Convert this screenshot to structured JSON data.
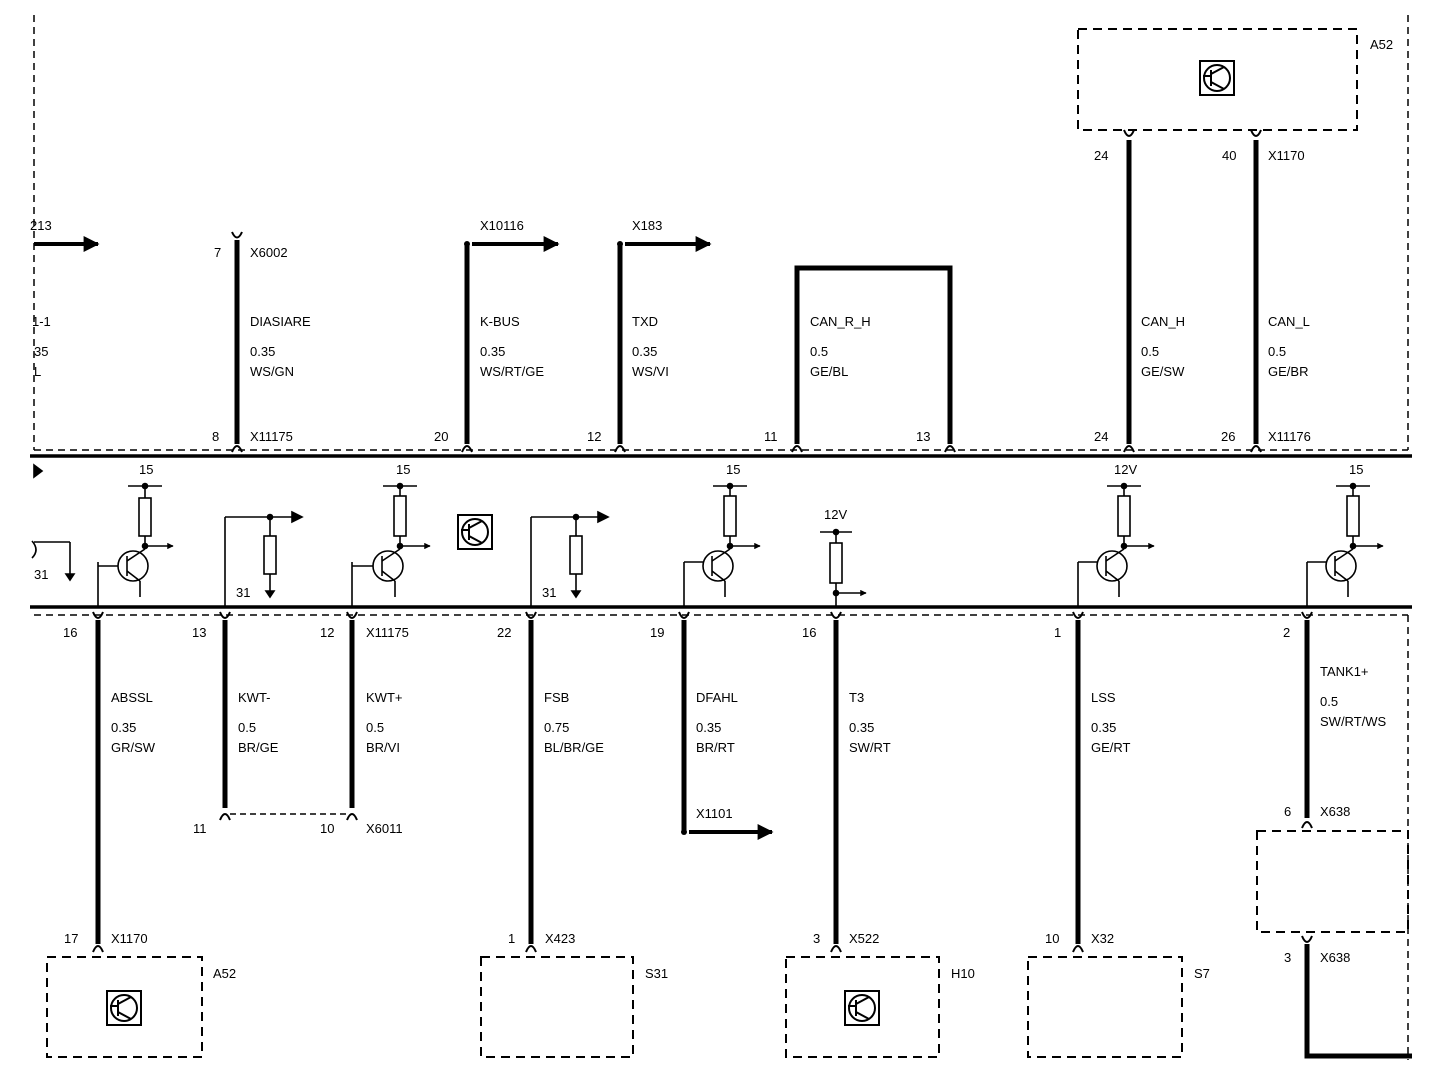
{
  "diagram": {
    "colors": {
      "ink": "#000000",
      "paper": "#ffffff"
    },
    "top_left": {
      "conn": "213",
      "pin": "1-1",
      "size": "35",
      "color": "L"
    },
    "top_wires": [
      {
        "id": "x6002",
        "pin_top": "7",
        "conn_top": "X6002",
        "signal": "DIASIARE",
        "size": "0.35",
        "color": "WS/GN",
        "pin_bottom": "8",
        "conn_bottom": "X11175"
      },
      {
        "id": "kbus",
        "conn_top": "X10116",
        "signal": "K-BUS",
        "size": "0.35",
        "color": "WS/RT/GE",
        "pin_bottom": "20"
      },
      {
        "id": "txd",
        "conn_top": "X183",
        "signal": "TXD",
        "size": "0.35",
        "color": "WS/VI",
        "pin_bottom": "12"
      },
      {
        "id": "can-r-h",
        "signal": "CAN_R_H",
        "size": "0.5",
        "color": "GE/BL",
        "pin_left": "11",
        "pin_right": "13"
      },
      {
        "id": "can-h",
        "pin_top": "24",
        "signal": "CAN_H",
        "size": "0.5",
        "color": "GE/SW",
        "pin_bottom": "24"
      },
      {
        "id": "can-l",
        "pin_top": "40",
        "conn_top": "X1170",
        "signal": "CAN_L",
        "size": "0.5",
        "color": "GE/BR",
        "pin_bottom": "26",
        "conn_bottom": "X11176"
      }
    ],
    "top_module": {
      "label": "A52",
      "icon": "transistor-symbol-icon"
    },
    "supply_labels": [
      "15",
      "15",
      "15",
      "12V",
      "12V",
      "15"
    ],
    "ground_labels": [
      "31",
      "31",
      "31"
    ],
    "bottom_wires": [
      {
        "id": "abssl",
        "pin_top": "16",
        "signal": "ABSSL",
        "size": "0.35",
        "color": "GR/SW",
        "pin_bottom": "17",
        "conn_bottom": "X1170"
      },
      {
        "id": "kwt-minus",
        "pin_top": "13",
        "signal": "KWT-",
        "size": "0.5",
        "color": "BR/GE",
        "pin_bottom": "11"
      },
      {
        "id": "kwt-plus",
        "pin_top": "12",
        "conn_top": "X11175",
        "signal": "KWT+",
        "size": "0.5",
        "color": "BR/VI",
        "pin_bottom": "10",
        "conn_bottom": "X6011"
      },
      {
        "id": "fsb",
        "pin_top": "22",
        "signal": "FSB",
        "size": "0.75",
        "color": "BL/BR/GE",
        "pin_bottom": "1",
        "conn_bottom": "X423"
      },
      {
        "id": "dfahl",
        "pin_top": "19",
        "signal": "DFAHL",
        "size": "0.35",
        "color": "BR/RT",
        "conn_bottom": "X1101"
      },
      {
        "id": "t3",
        "pin_top": "16",
        "signal": "T3",
        "size": "0.35",
        "color": "SW/RT",
        "pin_bottom": "3",
        "conn_bottom": "X522"
      },
      {
        "id": "lss",
        "pin_top": "1",
        "signal": "LSS",
        "size": "0.35",
        "color": "GE/RT",
        "pin_bottom": "10",
        "conn_bottom": "X32"
      },
      {
        "id": "tank1",
        "pin_top": "2",
        "signal": "TANK1+",
        "size": "0.5",
        "color": "SW/RT/WS",
        "pin_bottom": "6",
        "conn_bottom": "X638",
        "pin_after": "3",
        "conn_after": "X638"
      }
    ],
    "bottom_modules": [
      {
        "label": "A52",
        "icon": "transistor-symbol-icon"
      },
      {
        "label": "S31"
      },
      {
        "label": "H10",
        "icon": "transistor-symbol-icon"
      },
      {
        "label": "S7"
      }
    ]
  }
}
